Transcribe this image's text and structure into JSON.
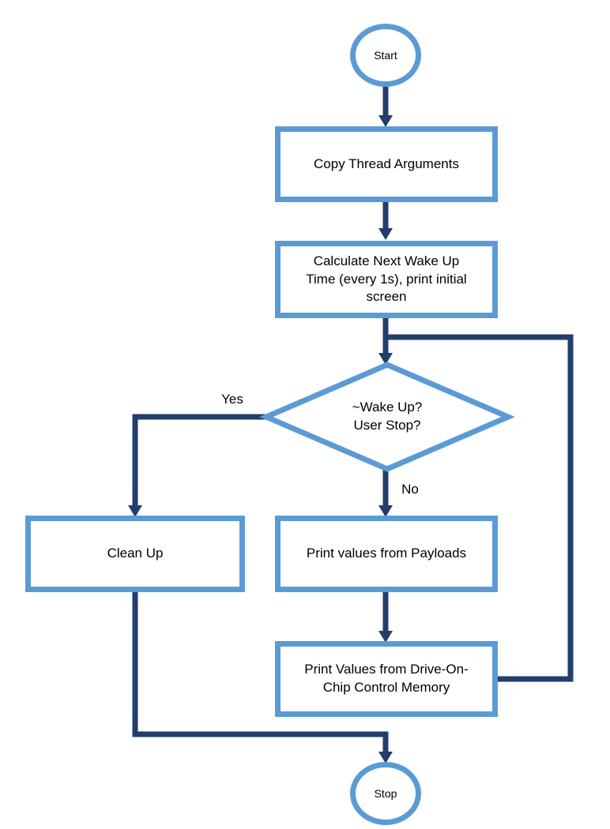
{
  "colors": {
    "shape_stroke": "#5b9bd5",
    "connector": "#223e6b",
    "node_fill": "#ffffff",
    "text": "#000000",
    "background": "#ffffff"
  },
  "flowchart": {
    "nodes": {
      "start": "Start",
      "copy_thread_arguments": "Copy Thread Arguments",
      "calculate_wake_up": "Calculate Next Wake Up\nTime (every 1s), print initial\nscreen",
      "decision": "~Wake Up?\nUser Stop?",
      "clean_up": "Clean Up",
      "print_payloads": "Print values from Payloads",
      "print_drive_on_chip": "Print Values from Drive-On-\nChip Control Memory",
      "stop": "Stop"
    },
    "edge_labels": {
      "yes": "Yes",
      "no": "No"
    }
  }
}
